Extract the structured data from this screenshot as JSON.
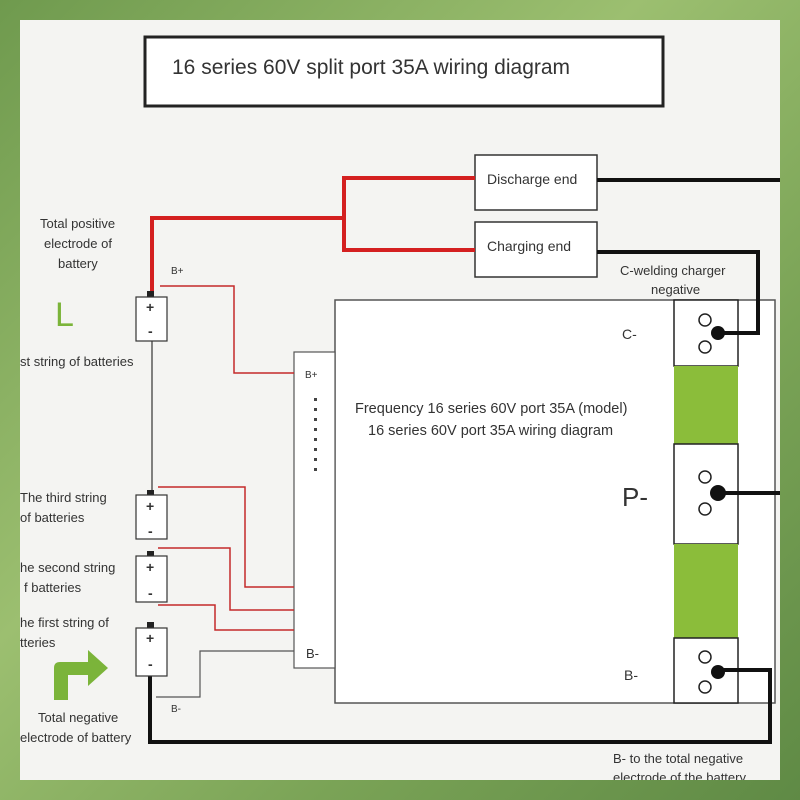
{
  "title": "16 series 60V split port 35A wiring diagram",
  "left_labels": {
    "total_positive": [
      "Total positive",
      "electrode of",
      "battery"
    ],
    "b_plus_small": "B+",
    "first_string_top": "st string of batteries",
    "third_string": [
      "The third string",
      "of batteries"
    ],
    "second_string": [
      "he second string",
      "f batteries"
    ],
    "first_string": [
      "he first string of",
      "tteries"
    ],
    "total_negative": [
      "Total negative",
      "electrode of battery"
    ],
    "b_minus_small": "B-",
    "L_mark": "L"
  },
  "top_boxes": {
    "discharge": "Discharge end",
    "charging": "Charging end"
  },
  "charger_note": [
    "C-welding charger",
    "negative"
  ],
  "board": {
    "b_plus": "B+",
    "b_minus": "B-",
    "description": [
      "Frequency 16 series 60V port 35A (model)",
      "16 series 60V port 35A wiring diagram"
    ],
    "c_minus": "C-",
    "p_minus": "P-",
    "b_minus_right": "B-"
  },
  "bottom_note": [
    "B- to the total negative",
    "electrode of the battery"
  ],
  "battery_symbols": {
    "plus": "+",
    "minus": "-"
  },
  "colors": {
    "red_wire": "#d42020",
    "black_wire": "#111111",
    "green_pad": "#8bbd3a",
    "L_green": "#7bb43a"
  }
}
